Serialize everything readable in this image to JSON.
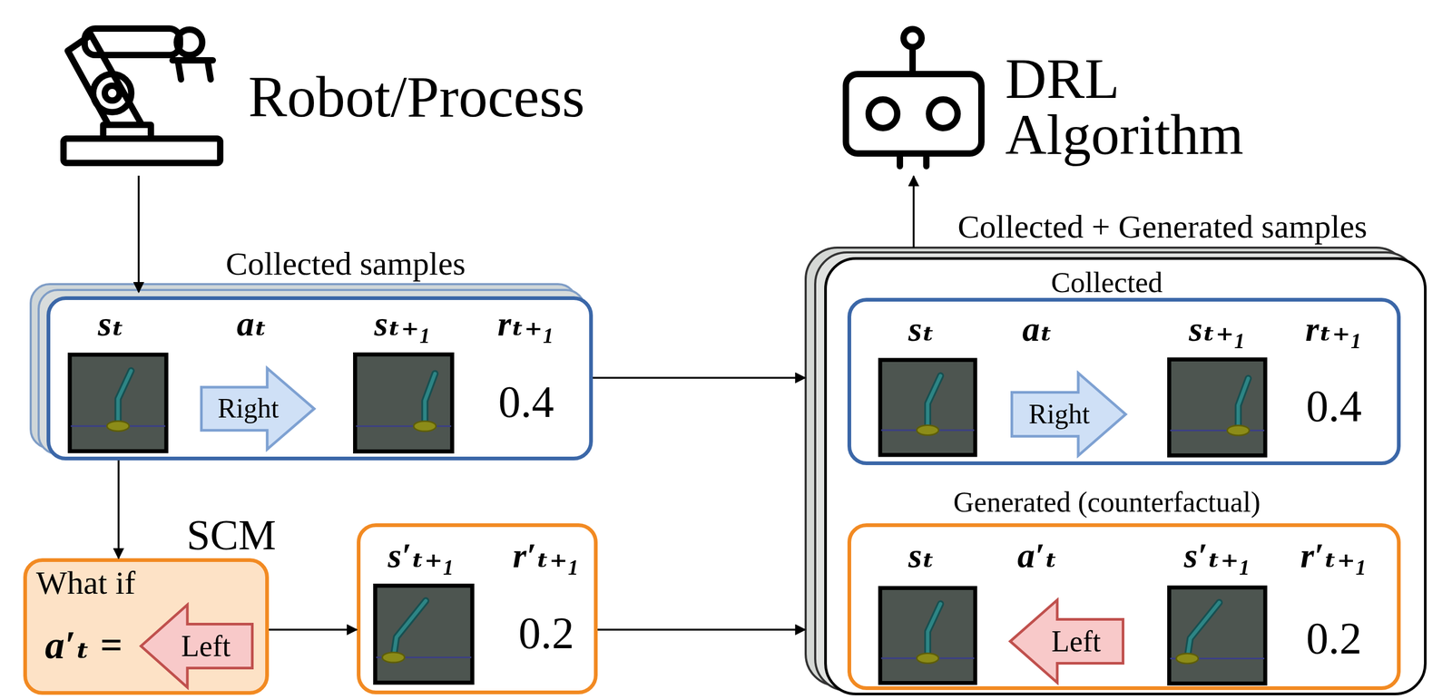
{
  "diagram": {
    "nodes": [
      {
        "text": [
          "Robot/Process"
        ]
      },
      {
        "text": [
          "DRL Algorithm"
        ]
      },
      {
        "text": [
          "Collected samples",
          "sₜ",
          "aₜ",
          "sₜ₊₁",
          "rₜ₊₁",
          "0.4"
        ]
      },
      {
        "text": [
          "Right"
        ],
        "in": 2
      },
      {
        "text": [
          "SCM",
          "What if",
          "a′ₜ ="
        ]
      },
      {
        "text": [
          "Left"
        ],
        "in": 4
      },
      {
        "text": [
          "s′ₜ₊₁",
          "r′ₜ₊₁",
          "0.2"
        ]
      },
      {
        "text": [
          "Collected + Generated samples"
        ]
      },
      {
        "text": [
          "Collected",
          "sₜ",
          "aₜ",
          "sₜ₊₁",
          "rₜ₊₁",
          "0.4"
        ],
        "in": 7
      },
      {
        "text": [
          "Right"
        ],
        "in": 8
      },
      {
        "text": [
          "Generated (counterfactual)",
          "sₜ",
          "a′ₜ",
          "s′ₜ₊₁",
          "r′ₜ₊₁",
          "0.2"
        ],
        "in": 7
      },
      {
        "text": [
          "Left"
        ],
        "in": 10
      }
    ],
    "edges": [
      {
        "from": 0,
        "to": 2,
        "arrow": "to"
      },
      {
        "from": 2,
        "to": 4,
        "arrow": "to"
      },
      {
        "from": 4,
        "to": 6,
        "arrow": "to"
      },
      {
        "from": 2,
        "to": 7,
        "arrow": "to"
      },
      {
        "from": 6,
        "to": 7,
        "arrow": "to"
      },
      {
        "from": 7,
        "to": 1,
        "arrow": "to"
      }
    ]
  }
}
